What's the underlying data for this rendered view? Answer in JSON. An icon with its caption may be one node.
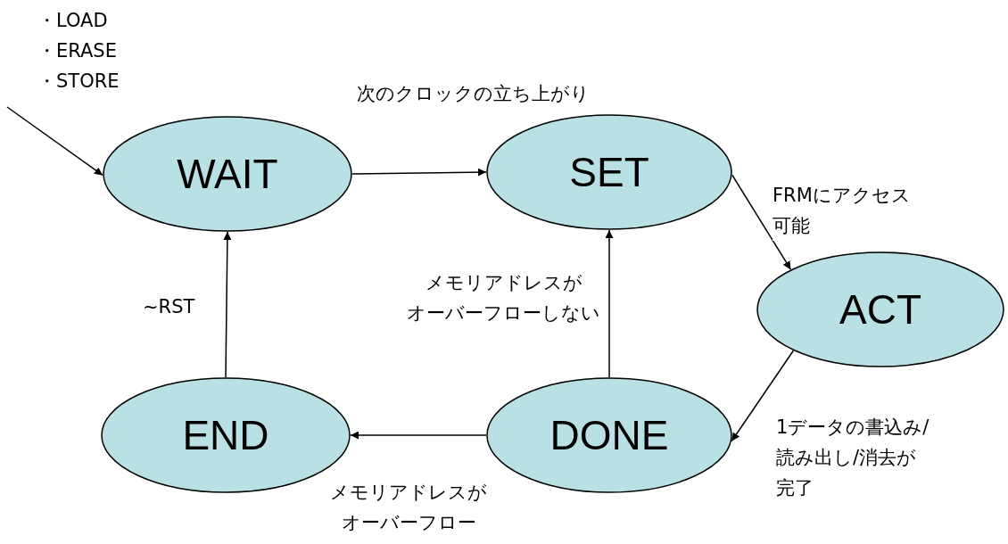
{
  "diagram": {
    "nodes": [
      {
        "text": [
          "WAIT"
        ]
      },
      {
        "text": [
          "SET"
        ]
      },
      {
        "text": [
          "ACT"
        ]
      },
      {
        "text": [
          "DONE"
        ]
      },
      {
        "text": [
          "END"
        ]
      }
    ],
    "edges": [
      {
        "from": null,
        "to": 0,
        "arrow": "to",
        "label": "・LOAD ・ERASE ・STORE"
      },
      {
        "from": 0,
        "to": 1,
        "arrow": "to",
        "label": "次のクロックの立ち上がり"
      },
      {
        "from": 1,
        "to": 2,
        "arrow": "to",
        "label": "FRMにアクセス可能"
      },
      {
        "from": 2,
        "to": 3,
        "arrow": "to",
        "label": "1データの書込み/読み出し/消去が完了"
      },
      {
        "from": 3,
        "to": 1,
        "arrow": "to",
        "label": "メモリアドレスがオーバーフローしない"
      },
      {
        "from": 3,
        "to": 4,
        "arrow": "to",
        "label": "メモリアドレスがオーバーフロー"
      },
      {
        "from": 4,
        "to": 0,
        "arrow": "to",
        "label": "~RST"
      }
    ]
  }
}
